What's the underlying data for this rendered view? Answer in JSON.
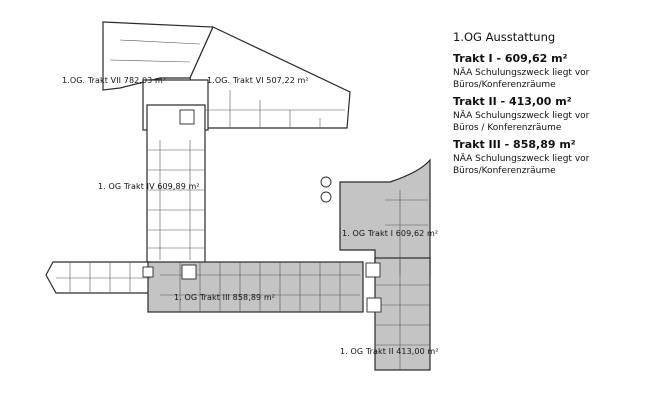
{
  "legend": {
    "heading": "1.OG Ausstattung",
    "entries": [
      {
        "title": "Trakt I  - 609,62 m²",
        "line1": "NÄA Schulungszweck liegt vor",
        "line2": "Büros/Konferenzräume"
      },
      {
        "title": "Trakt II - 413,00 m²",
        "line1": "NÄA Schulungszweck liegt vor",
        "line2": "Büros / Konferenzräume"
      },
      {
        "title": "Trakt III - 858,89 m²",
        "line1": "NÄA Schulungszweck liegt vor",
        "line2": "Büros/Konferenzräume"
      }
    ]
  },
  "plan_labels": {
    "trakt_vii": "1.OG.  Trakt VII  782,03 m²",
    "trakt_vi": "1.OG.  Trakt VI  507,22 m²",
    "trakt_iv": "1. OG Trakt IV  609,89 m²",
    "trakt_i": "1. OG Trakt I  609,62 m²",
    "trakt_iii": "1. OG Trakt III  858,89 m²",
    "trakt_ii": "1. OG Trakt II  413,00 m²"
  },
  "colors": {
    "highlight": "#c4c4c4",
    "wall": "#2a2a2a",
    "grid": "#555555"
  }
}
